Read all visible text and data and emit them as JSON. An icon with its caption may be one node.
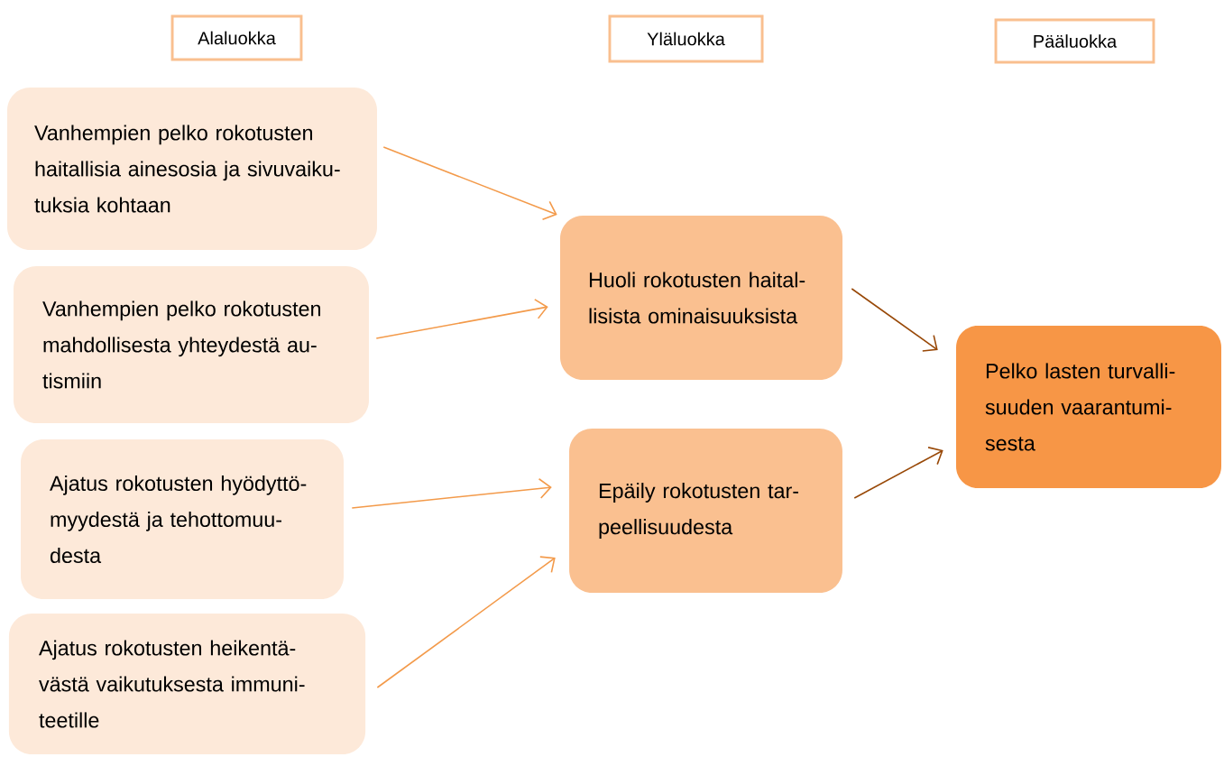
{
  "diagram": {
    "nodes": [
      {
        "text": [
          "Alaluokka"
        ]
      },
      {
        "text": [
          "Yläluokka"
        ]
      },
      {
        "text": [
          "Pääluokka"
        ]
      },
      {
        "text": [
          "Vanhempien pelko rokotusten haitallisia ainesosia ja sivuvaiku- tuksia kohtaan"
        ]
      },
      {
        "text": [
          "Vanhempien pelko rokotusten mahdollisesta yhteydestä au- tismiin"
        ]
      },
      {
        "text": [
          "Ajatus rokotusten hyödyttö- myydestä ja tehottomuu- desta"
        ]
      },
      {
        "text": [
          "Ajatus rokotusten heikentä- västä vaikutuksesta immuni- teetille"
        ]
      },
      {
        "text": [
          "Huoli rokotusten haital- lisista ominaisuuksista"
        ]
      },
      {
        "text": [
          "Epäily rokotusten tar- peellisuudesta"
        ]
      },
      {
        "text": [
          "Pelko lasten turvalli- suuden vaarantumi- sesta"
        ]
      }
    ],
    "edges": [
      {
        "from": 3,
        "to": 7,
        "arrow": "to"
      },
      {
        "from": 4,
        "to": 7,
        "arrow": "to"
      },
      {
        "from": 5,
        "to": 8,
        "arrow": "to"
      },
      {
        "from": 6,
        "to": 8,
        "arrow": "to"
      },
      {
        "from": 7,
        "to": 9,
        "arrow": "to",
        "color": "#984807"
      },
      {
        "from": 8,
        "to": 9,
        "arrow": "to",
        "color": "#984807"
      }
    ]
  }
}
